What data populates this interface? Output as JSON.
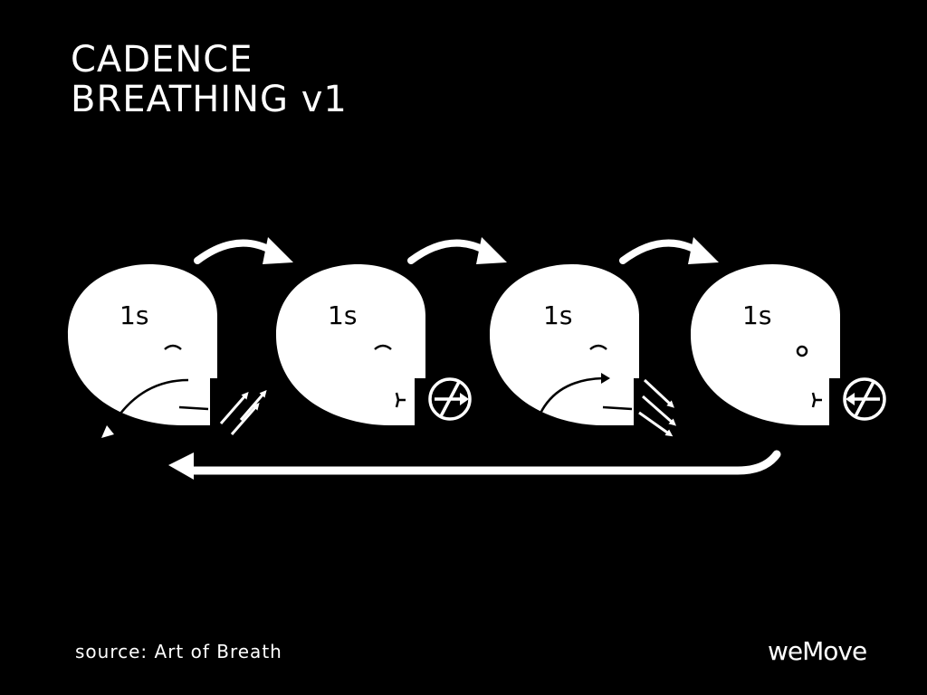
{
  "title": {
    "line1": "CADENCE",
    "line2": "BREATHING v1"
  },
  "steps": [
    {
      "duration": "1s",
      "mouth": "open",
      "breath": "inhale-arrows",
      "eyes": "closed-arc"
    },
    {
      "duration": "1s",
      "mouth": "closed",
      "breath": "hold-symbol",
      "eyes": "closed-arc"
    },
    {
      "duration": "1s",
      "mouth": "open",
      "breath": "exhale-arrows",
      "eyes": "closed-arc"
    },
    {
      "duration": "1s",
      "mouth": "closed",
      "breath": "hold-symbol-reverse",
      "eyes": "open-circle"
    }
  ],
  "footer": {
    "source": "source: Art of Breath",
    "logo": "weMove"
  },
  "colors": {
    "background": "#000000",
    "foreground": "#ffffff"
  }
}
